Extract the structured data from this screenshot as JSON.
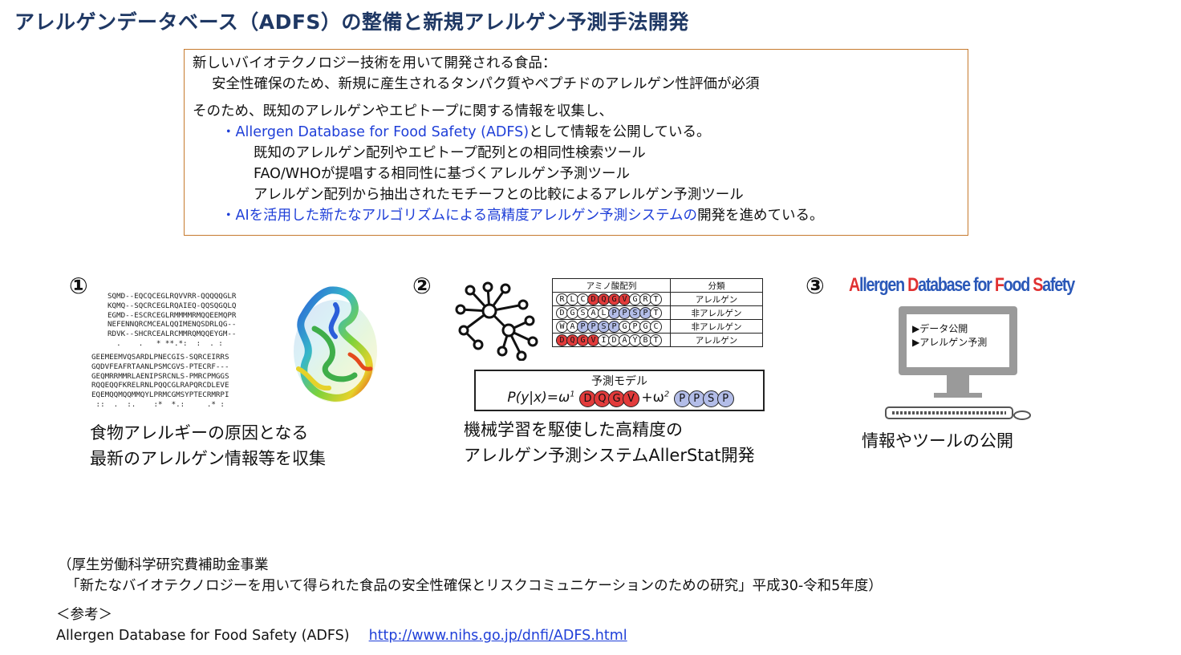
{
  "title": "アレルゲンデータベース（ADFS）の整備と新規アレルゲン予測手法開発",
  "box": {
    "line1": "新しいバイオテクノロジー技術を用いて開発される食品：",
    "line2": "安全性確保のため、新規に産生されるタンパク質やペプチドのアレルゲン性評価が必須",
    "line3": "そのため、既知のアレルゲンやエピトープに関する情報を収集し、",
    "bullet1_blue": "・Allergen Database for Food Safety (ADFS)",
    "bullet1_rest": "として情報を公開している。",
    "sub1": "既知のアレルゲン配列やエピトープ配列との相同性検索ツール",
    "sub2": "FAO/WHOが提唱する相同性に基づくアレルゲン予測ツール",
    "sub3": "アレルゲン配列から抽出されたモチーフとの比較によるアレルゲン予測ツール",
    "bullet2_blue": "・AIを活用した新たなアルゴリズムによる高精度アレルゲン予測システムの",
    "bullet2_rest": "開発を進めている。"
  },
  "panel1": {
    "number": "①",
    "seq_block1": "SQMD--EQCQCEGLRQVVRR-QQQQQGLR\nKQMQ--SQCRCEGLRQAIEQ-QQSQGQLQ\nEGMD--ESCRCEGLRMMMMRMQQEEMQPR\nNEFENNQRCMCEALQQIMENQSDRLQG--\nRDVK--SHCRCEALRCMMRQMQQEYGM--\n  .    .   * **.*:  :  . :",
    "seq_block2": "GEEMEEMVQSARDLPNECGIS-SQRCEIRRS\nGQDVFEAFRTAANLPSMCGVS-PTECRF---\nGEQMRRMMRLAENIPSRCNLS-PMRCPMGGS\nRQQEQQFKRELRNLPQQCGLRAPQRCDLEVE\nEQEMQQMQQMMQYLPRMCGMSYPTECRMRPI\n ::  .  :.    :*  *.:     .* :",
    "caption1": "食物アレルギーの原因となる",
    "caption2": "最新のアレルゲン情報等を収集"
  },
  "panel2": {
    "number": "②",
    "table": {
      "headers": [
        "アミノ酸配列",
        "分類"
      ],
      "rows": [
        {
          "seq": [
            "R",
            "L",
            "C",
            "D",
            "Q",
            "G",
            "V",
            "G",
            "R",
            "T"
          ],
          "reds": [
            3,
            4,
            5,
            6
          ],
          "lavs": [],
          "label": "アレルゲン"
        },
        {
          "seq": [
            "D",
            "G",
            "S",
            "A",
            "L",
            "P",
            "P",
            "S",
            "P",
            "T"
          ],
          "reds": [],
          "lavs": [
            5,
            6,
            7,
            8
          ],
          "label": "非アレルゲン"
        },
        {
          "seq": [
            "W",
            "A",
            "P",
            "P",
            "S",
            "P",
            "G",
            "P",
            "G",
            "C"
          ],
          "reds": [],
          "lavs": [
            2,
            3,
            4,
            5
          ],
          "label": "非アレルゲン"
        },
        {
          "seq": [
            "D",
            "Q",
            "G",
            "V",
            "I",
            "D",
            "A",
            "Y",
            "B",
            "T"
          ],
          "reds": [
            0,
            1,
            2,
            3
          ],
          "lavs": [],
          "label": "アレルゲン"
        }
      ]
    },
    "model_title": "予測モデル",
    "formula_left": "P(y|x)=ω",
    "formula_sup1": "1",
    "formula_mid": "+ω",
    "formula_sup2": "2",
    "red_motif": [
      "D",
      "Q",
      "G",
      "V"
    ],
    "lav_motif": [
      "P",
      "P",
      "S",
      "P"
    ],
    "caption1": "機械学習を駆使した高精度の",
    "caption2": "アレルゲン予測システムAllerStat開発"
  },
  "panel3": {
    "number": "③",
    "logo": {
      "a": "A",
      "a_rest": "llergen ",
      "d": "D",
      "d_rest": "atabase for ",
      "f": "F",
      "f_rest": "ood ",
      "s": "S",
      "s_rest": "afety"
    },
    "screen_line1": "▶データ公開",
    "screen_line2": "▶アレルゲン予測",
    "caption": "情報やツールの公開"
  },
  "footer": {
    "line1": "（厚生労働科学研究費補助金事業",
    "line2": "「新たなバイオテクノロジーを用いて得られた食品の安全性確保とリスクコミュニケーションのための研究」平成30-令和5年度）",
    "ref_label": "＜参考＞",
    "ref_text": "Allergen Database for Food Safety (ADFS)",
    "ref_url": "http://www.nihs.go.jp/dnfi/ADFS.html"
  },
  "colors": {
    "title": "#1f3864",
    "box_border": "#c67a2e",
    "link": "#1f3fd8",
    "red": "#e23b3b",
    "lavender": "#b3bde8",
    "logo_blue": "#2a58b8",
    "logo_red": "#e03131"
  }
}
